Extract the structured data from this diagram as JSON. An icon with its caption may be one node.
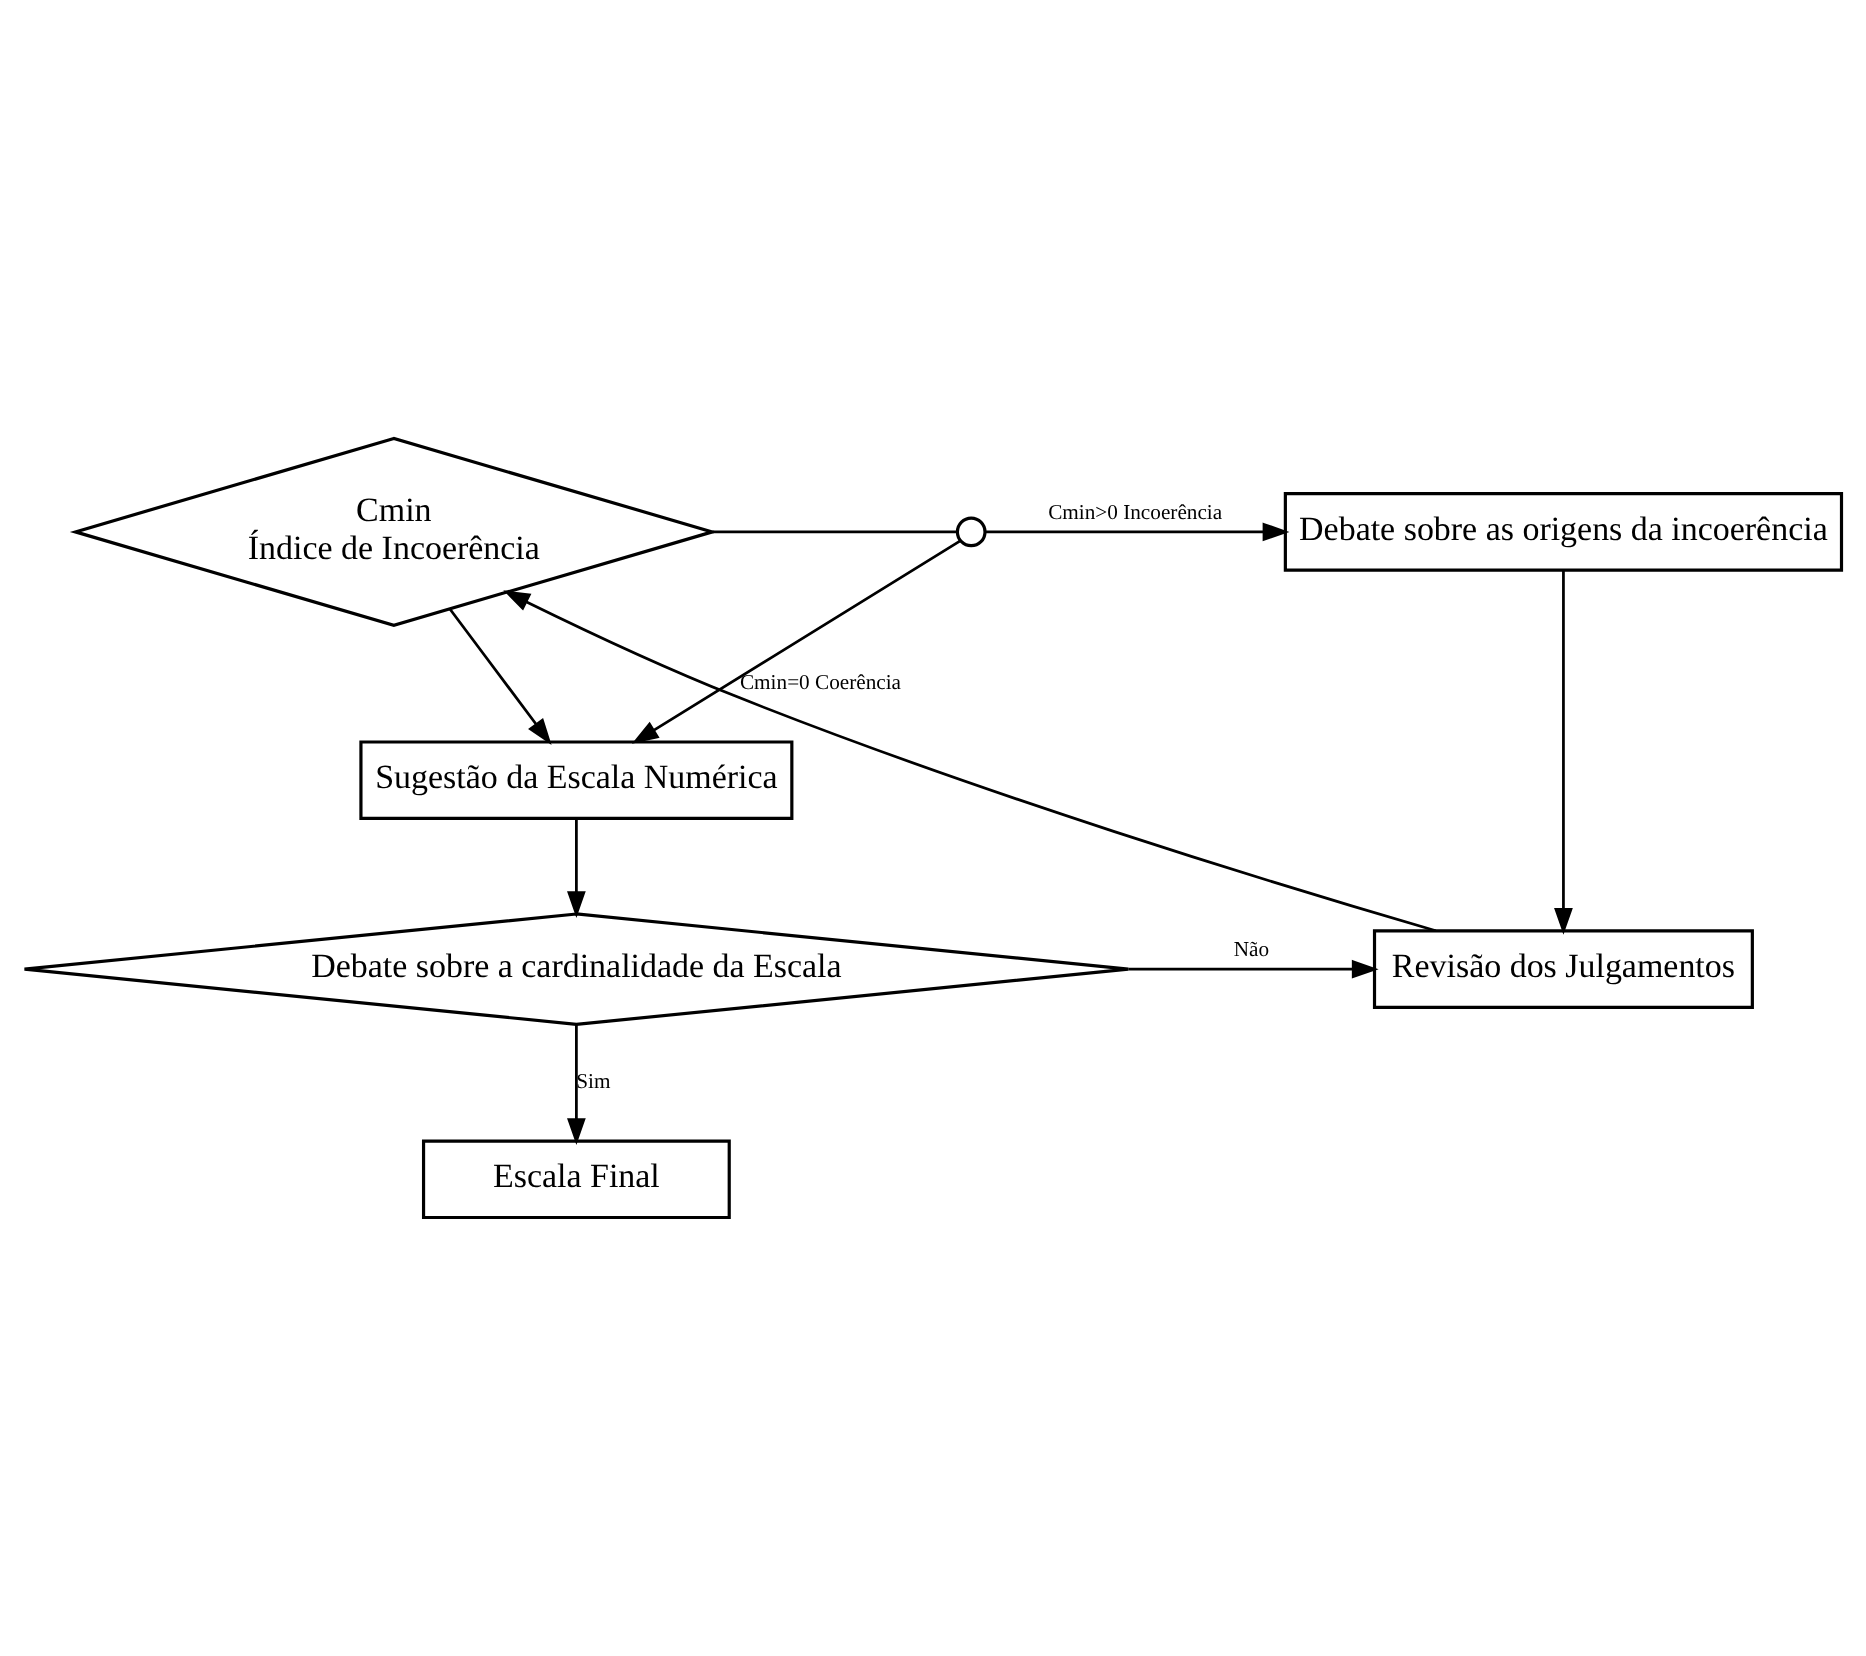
{
  "diagram": {
    "nodes": [
      {
        "text": [
          "Cmin",
          "Índice de Incoerência"
        ]
      },
      {
        "text": [],
        "shape": "circle"
      },
      {
        "text": [
          "Debate sobre as origens da incoerência"
        ]
      },
      {
        "text": [
          "Sugestão da Escala Numérica"
        ]
      },
      {
        "text": [
          "Debate sobre a cardinalidade da Escala"
        ]
      },
      {
        "text": [
          "Revisão dos Julgamentos"
        ]
      },
      {
        "text": [
          "Escala Final"
        ]
      }
    ],
    "edges": [
      {
        "from": 0,
        "to": 1,
        "arrow": "none"
      },
      {
        "from": 1,
        "to": 2,
        "arrow": "to",
        "label": "Cmin>0 Incoerência"
      },
      {
        "from": 1,
        "to": 3,
        "arrow": "to",
        "label": "Cmin=0 Coerência"
      },
      {
        "from": 0,
        "to": 3,
        "arrow": "to"
      },
      {
        "from": 2,
        "to": 5,
        "arrow": "to"
      },
      {
        "from": 3,
        "to": 4,
        "arrow": "to"
      },
      {
        "from": 4,
        "to": 5,
        "arrow": "to",
        "label": "Não"
      },
      {
        "from": 4,
        "to": 6,
        "arrow": "to",
        "label": "Sim"
      },
      {
        "from": 5,
        "to": 0,
        "arrow": "to"
      }
    ]
  }
}
